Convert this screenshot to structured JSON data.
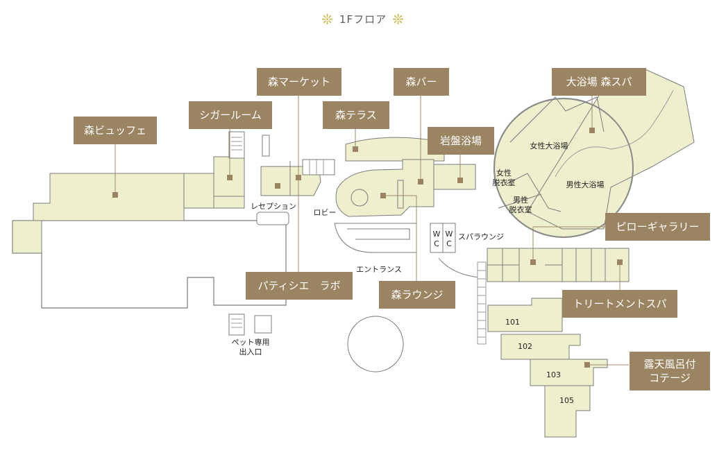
{
  "header": {
    "title": "1Fフロア",
    "ornament": "❊"
  },
  "colors": {
    "floor": "#eef0cd",
    "label_bg": "#9b8461",
    "wall": "#7a7a7a",
    "marker": "#9b8461"
  },
  "labels": {
    "mori_buffet": "森ビュッフェ",
    "cigar_room": "シガールーム",
    "mori_market": "森マーケット",
    "mori_terrace": "森テラス",
    "mori_bar": "森バー",
    "ganban": "岩盤浴場",
    "daiyokujo": "大浴場 森スパ",
    "pillow_gallery": "ピローギャラリー",
    "patissier": "パティシエ　ラボ",
    "mori_lounge": "森ラウンジ",
    "treatment_spa": "トリートメントスパ",
    "roten_cottage": "露天風呂付\nコテージ"
  },
  "areas": {
    "reception": "レセプション",
    "lobby": "ロビー",
    "spa_lounge": "スパラウンジ",
    "entrance": "エントランス",
    "pet_entrance": "ペット専用\n出入口",
    "women_bath": "女性大浴場",
    "men_bath": "男性大浴場",
    "women_dressing": "女性\n脱衣室",
    "men_dressing": "男性\n脱衣室",
    "wc1": "W\nC",
    "wc2": "W\nC"
  },
  "rooms": [
    "101",
    "102",
    "103",
    "105"
  ]
}
